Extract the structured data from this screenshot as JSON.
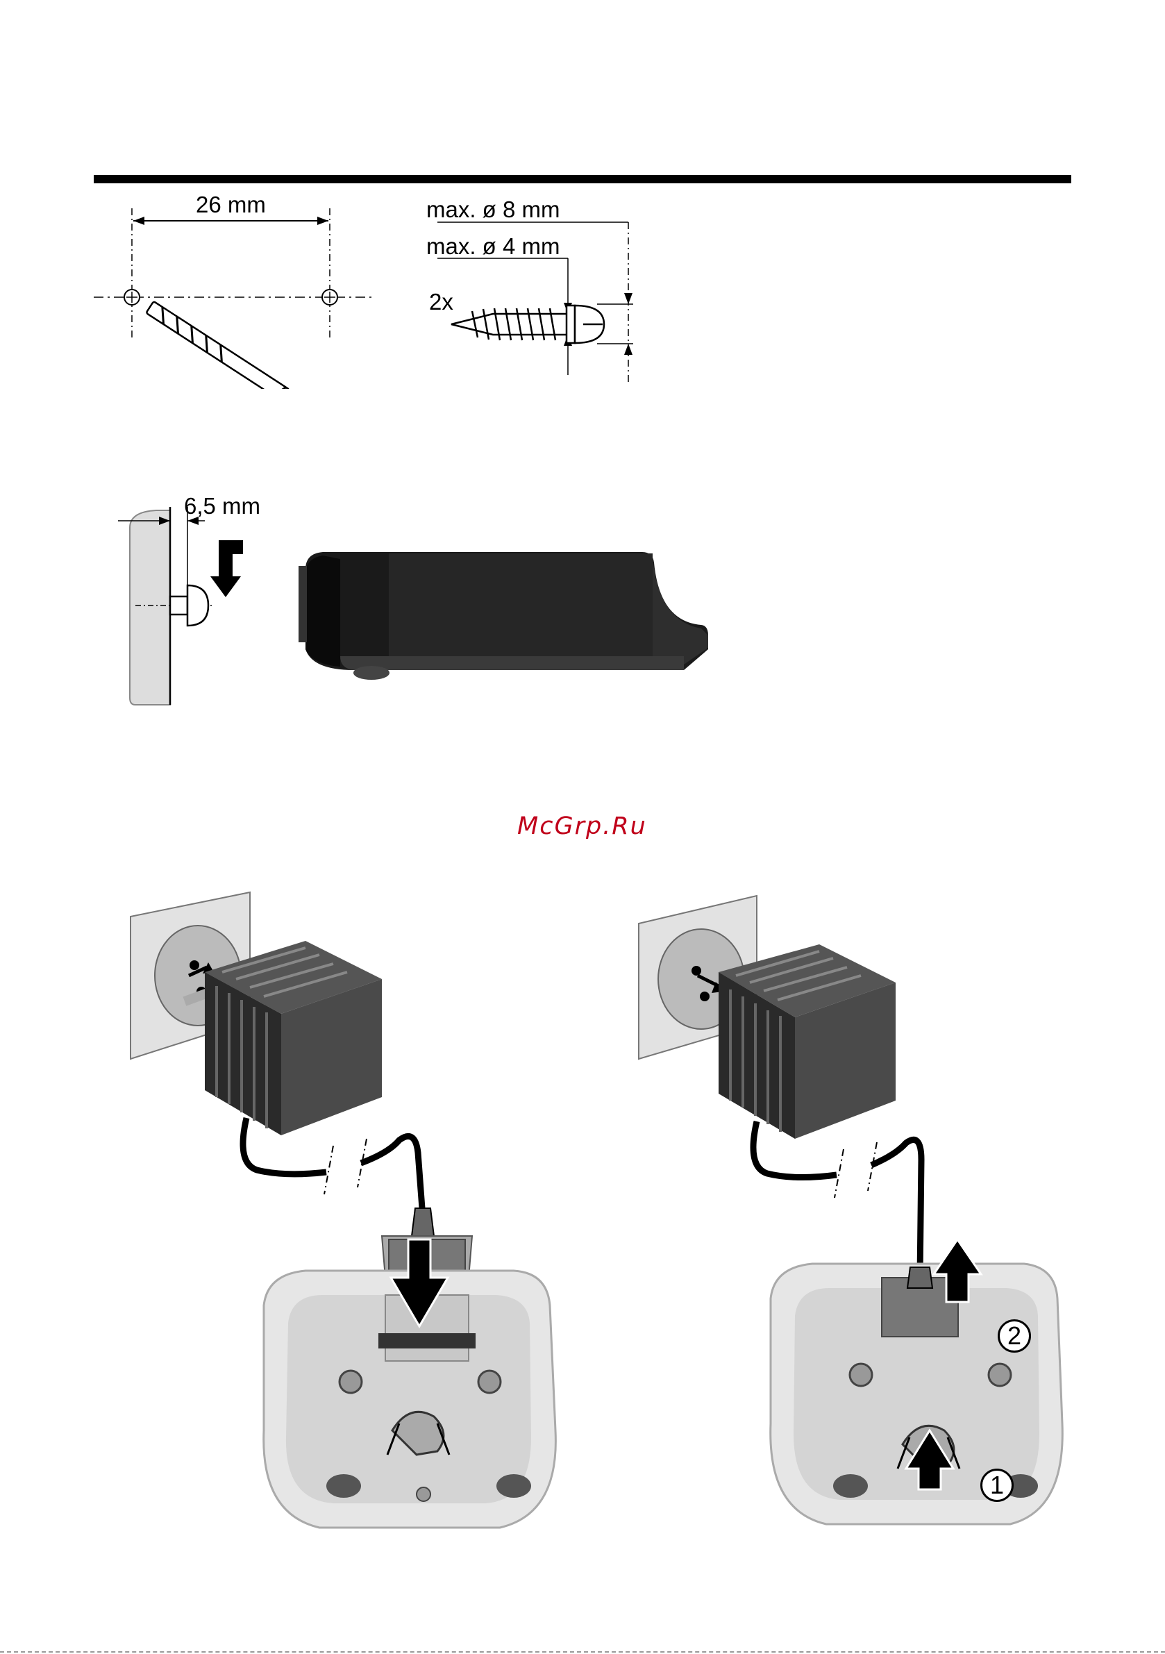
{
  "drill_figure": {
    "distance_label": "26 mm"
  },
  "screw_figure": {
    "head_diameter_label": "max. ø 8 mm",
    "shaft_diameter_label": "max. ø 4 mm",
    "quantity_label": "2x"
  },
  "wall_figure": {
    "gap_label": "6,5 mm"
  },
  "watermark": {
    "text": "McGrp.Ru",
    "color": "#c0001a"
  },
  "connect_figure_right": {
    "step_2": "2",
    "step_1": "1"
  }
}
